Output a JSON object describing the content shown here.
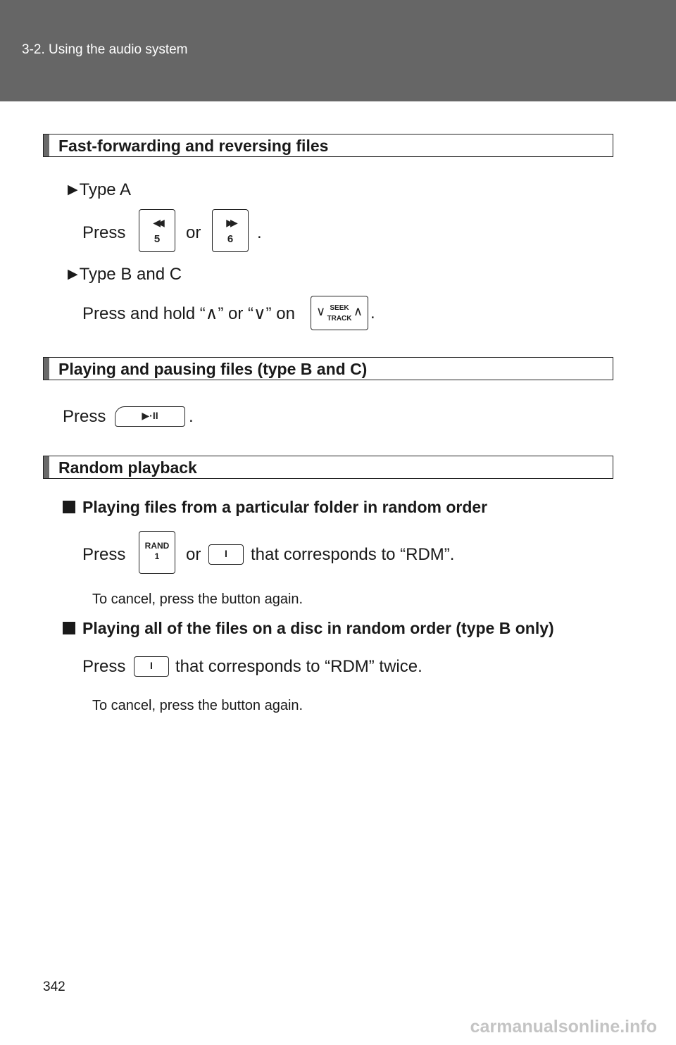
{
  "header": {
    "section": "3-2. Using the audio system"
  },
  "sections": [
    {
      "title": "Fast-forwarding and reversing files",
      "type_a_label": "Type A",
      "type_a_press": "Press",
      "type_a_or": "or",
      "type_a_end": ".",
      "button_5_label": "5",
      "button_6_label": "6",
      "type_bc_label": "Type B and C",
      "type_bc_text": "Press and hold “∧” or “∨” on",
      "type_bc_end": ".",
      "seek_track_label_top": "SEEK",
      "seek_track_label_bottom": "TRACK"
    },
    {
      "title": "Playing and pausing files (type B and C)",
      "press": "Press",
      "end": ".",
      "play_pause_label": "▶·II"
    },
    {
      "title": "Random playback",
      "sub1": {
        "heading": "Playing files from a particular folder in random order",
        "press": "Press",
        "or": "or",
        "tail": "that corresponds to “RDM”.",
        "rand_top": "RAND",
        "rand_num": "1",
        "softkey_label": "I",
        "note": "To cancel, press the button again."
      },
      "sub2": {
        "heading": "Playing all of the files on a disc in random order (type B only)",
        "press": "Press",
        "tail": "that corresponds to “RDM” twice.",
        "softkey_label": "I",
        "note": "To cancel, press the button again."
      }
    }
  ],
  "footer": {
    "page_number": "342",
    "watermark": "carmanualsonline.info"
  }
}
